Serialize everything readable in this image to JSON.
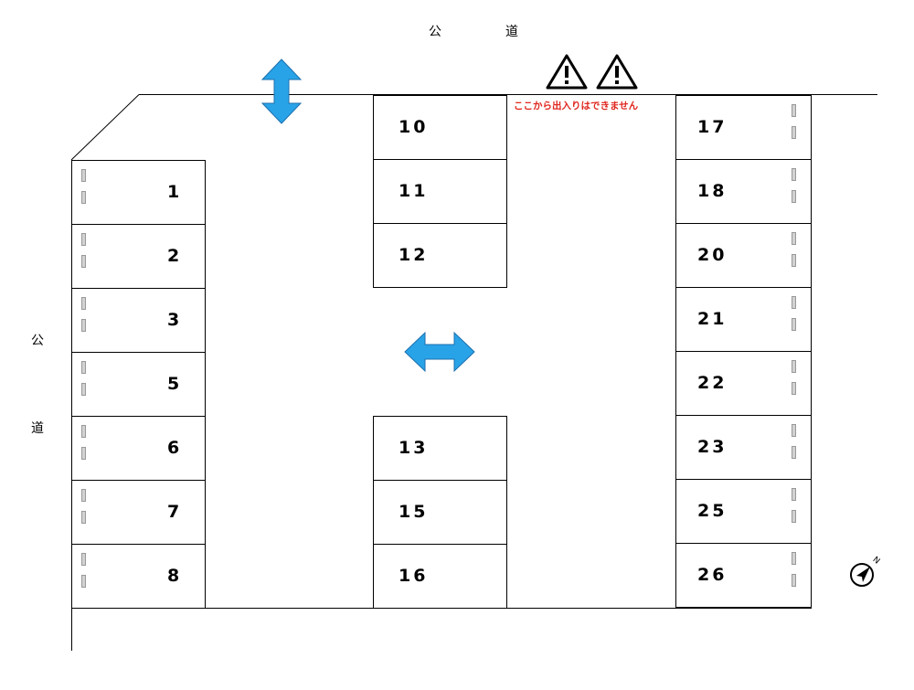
{
  "roads": {
    "top": [
      "公",
      "道"
    ],
    "left": [
      "公",
      "道"
    ]
  },
  "warning": {
    "text": "ここから出入りはできません",
    "color": "#e0271f"
  },
  "arrow_color": "#29a3e8",
  "compass_label": "N",
  "left_spaces": [
    "1",
    "2",
    "3",
    "5",
    "6",
    "7",
    "8"
  ],
  "center_top_spaces": [
    "10",
    "11",
    "12"
  ],
  "center_bottom_spaces": [
    "13",
    "15",
    "16"
  ],
  "right_spaces": [
    "17",
    "18",
    "20",
    "21",
    "22",
    "23",
    "25",
    "26"
  ]
}
